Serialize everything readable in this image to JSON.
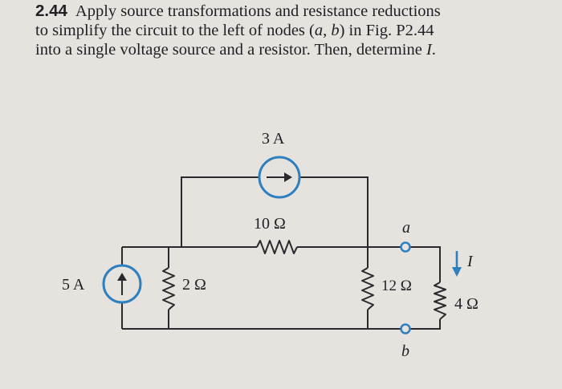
{
  "problem": {
    "number": "2.44",
    "line1": "Apply source transformations and resistance reductions",
    "line2_text": "to simplify the circuit to the left of nodes (",
    "node_a": "a",
    "comma": ", ",
    "node_b": "b",
    "line2_end": ") in Fig. P2.44",
    "line3_text": "into a single voltage source and a resistor. Then, determine ",
    "var_I": "I",
    "period": "."
  },
  "circuit": {
    "current_source_top": "3 A",
    "current_source_left": "5 A",
    "r_2": "2 Ω",
    "r_10": "10 Ω",
    "r_12": "12 Ω",
    "r_4": "4 Ω",
    "node_a": "a",
    "node_b": "b",
    "current_label": "I"
  },
  "colors": {
    "source": "#2e7fbf",
    "wire": "#2a2a2e",
    "page": "#e6e2de"
  }
}
